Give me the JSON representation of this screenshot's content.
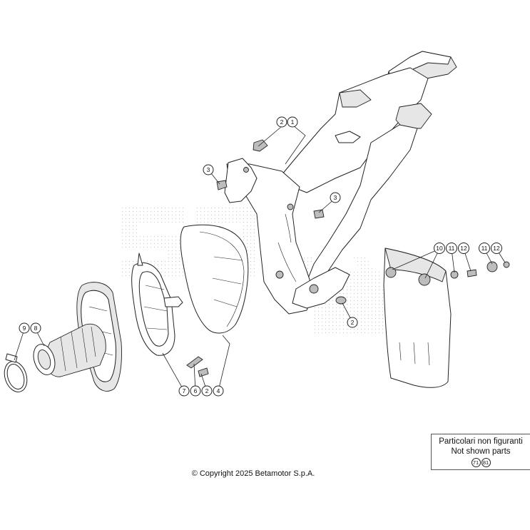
{
  "diagram": {
    "callouts": {
      "frame": [
        "2",
        "1"
      ],
      "left_screw": "3",
      "right_screw": "3",
      "grommet": "2",
      "filter": [
        "4",
        "2",
        "6",
        "7"
      ],
      "clamp": [
        "9",
        "8"
      ],
      "guard": [
        "10",
        "11",
        "12",
        "11",
        "12"
      ]
    }
  },
  "notes": {
    "title_it": "Particolari non figuranti",
    "title_en": "Not shown parts",
    "refs": [
      "71",
      "81"
    ]
  },
  "footer": {
    "copyright": "© Copyright 2025 Betamotor S.p.A."
  }
}
